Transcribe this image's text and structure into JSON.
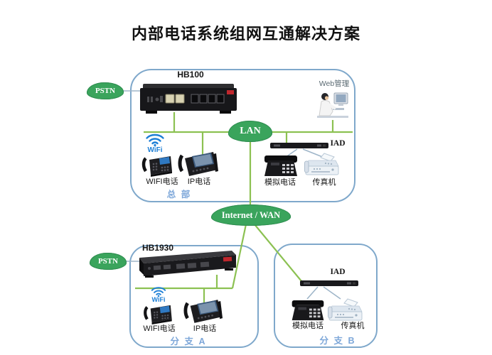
{
  "title": "内部电话系统组网互通解决方案",
  "clouds": {
    "pstn_hq": "PSTN",
    "pstn_branch": "PSTN",
    "lan": "LAN",
    "wan": "Internet / WAN"
  },
  "headquarters": {
    "zone": "总 部",
    "gateway": "HB100",
    "web_admin": "Web管理",
    "wifi": "WiFi",
    "iad": "IAD",
    "wifi_phone": "WIFI电话",
    "ip_phone": "IP电话",
    "analog_phone": "模拟电话",
    "fax": "传真机"
  },
  "branch_a": {
    "zone": "分 支 A",
    "gateway": "HB1930",
    "wifi": "WiFi",
    "wifi_phone": "WIFI电话",
    "ip_phone": "IP电话"
  },
  "branch_b": {
    "zone": "分 支 B",
    "iad": "IAD",
    "analog_phone": "模拟电话",
    "fax": "传真机"
  },
  "colors": {
    "line_green": "#8cc152",
    "cloud_green": "#3aa45c",
    "box_border": "#7fa8cb",
    "zone_blue": "#7da7d9",
    "wifi_blue": "#1d7fd6",
    "link_gray": "#9fb6c9"
  }
}
